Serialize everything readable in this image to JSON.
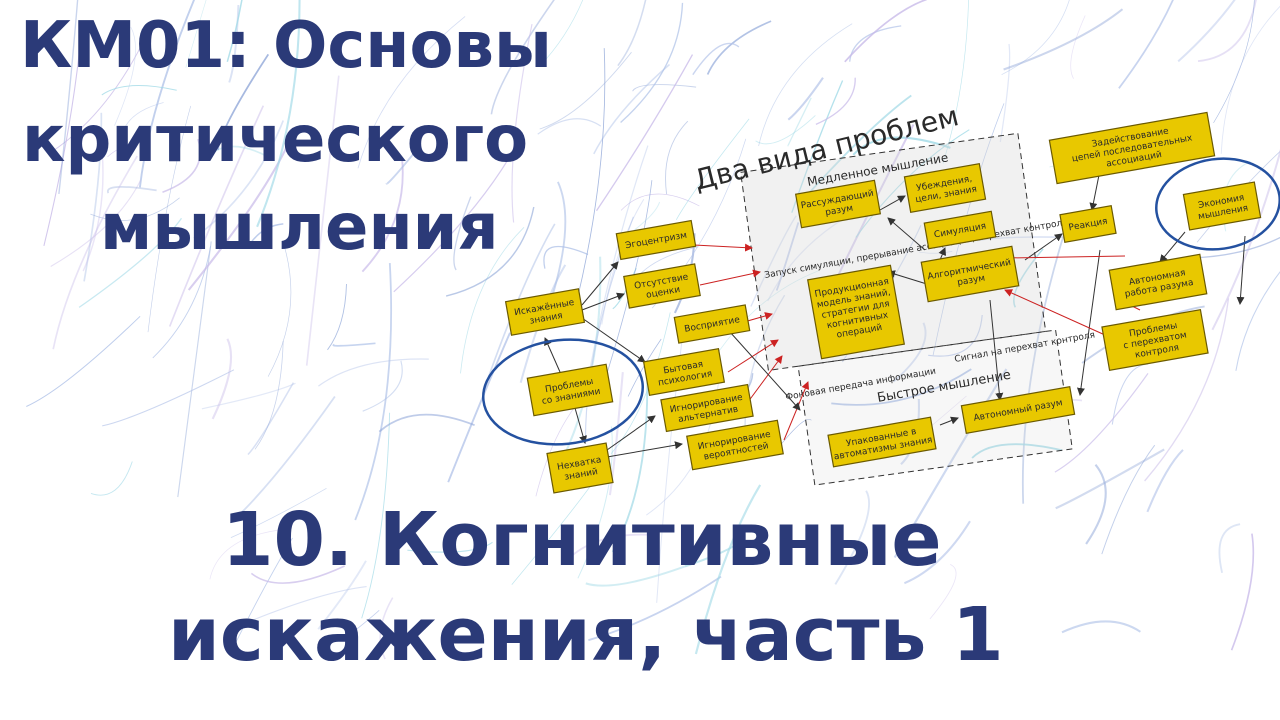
{
  "title": {
    "line1": "КМ01: Основы",
    "line2": "критического",
    "line3": "мышления"
  },
  "subtitle": {
    "line1": "10. Когнитивные",
    "line2": "искажения, часть 1"
  },
  "diagram": {
    "heading": "Два вида проблем",
    "slow_thinking_label": "Медленное мышление",
    "fast_thinking_label": "Быстрое мышление",
    "simulation_launch_label": "Запуск симуляции, прерывание ассоциаций, перехват контроля",
    "takeover_signal_label": "Сигнал на перехват контроля",
    "background_transfer_label": "Фоновая передача информации",
    "boxes": {
      "distorted_knowledge": "Искажённые знания",
      "knowledge_problems": "Проблемы со знаниями",
      "lack_of_knowledge": "Нехватка знаний",
      "egocentrism": "Эгоцентризм",
      "no_evaluation": "Отсутствие оценки",
      "perception": "Восприятие",
      "folk_psychology": "Бытовая психология",
      "ignoring_alternatives": "Игнорирование альтернатив",
      "ignoring_probabilities": "Игнорирование вероятностей",
      "reasoning_mind": "Рассуждающий разум",
      "beliefs_goals_knowledge": "Убеждения, цели, знания",
      "simulation": "Симуляция",
      "production_model": "Продукционная модель знаний, стратегии для когнитивных операций",
      "algorithmic_mind": "Алгоритмический разум",
      "autonomous_mind": "Автономный разум",
      "packed_automatisms": "Упакованные в автоматизмы знания",
      "reaction": "Реакция",
      "engaging_associations": "Задействование цепей последовательных ассоциаций",
      "thinking_economy": "Экономия мышления",
      "autonomous_work": "Автономная работа разума",
      "takeover_problems": "Проблемы с перехватом контроля"
    }
  },
  "colors": {
    "title": "#2b3a78",
    "box_fill": "#e8c800",
    "circle": "#2451a0",
    "arrow_red": "#cc2222",
    "background_strokes": "#8fa6d8"
  }
}
